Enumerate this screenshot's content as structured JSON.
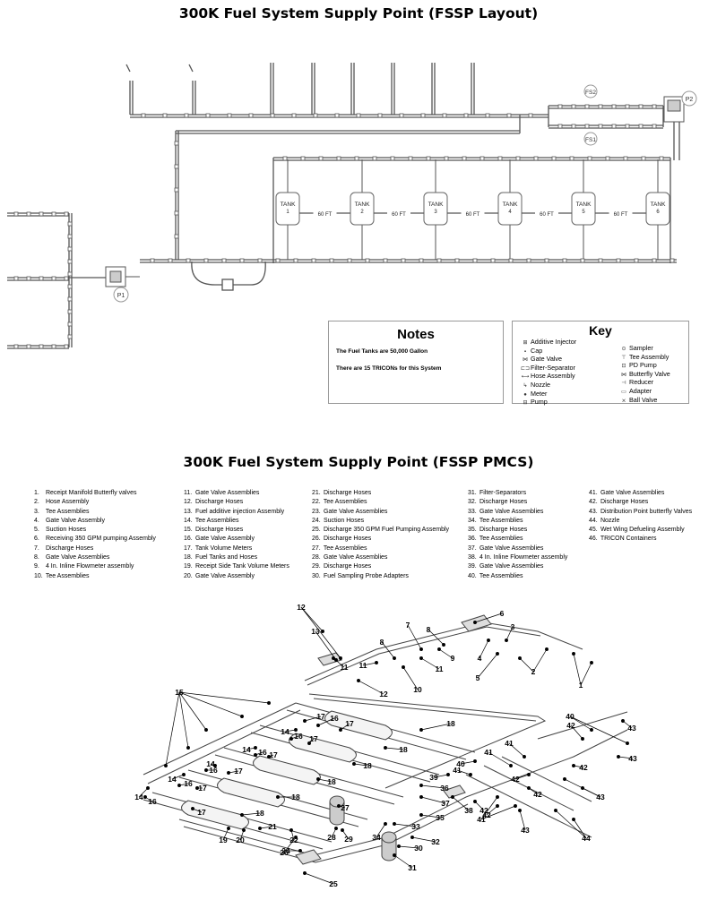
{
  "layout": {
    "title": "300K Fuel System Supply Point (FSSP Layout)",
    "tanks": [
      {
        "label": "TANK",
        "number": "1"
      },
      {
        "label": "TANK",
        "number": "2"
      },
      {
        "label": "TANK",
        "number": "3"
      },
      {
        "label": "TANK",
        "number": "4"
      },
      {
        "label": "TANK",
        "number": "5"
      },
      {
        "label": "TANK",
        "number": "6"
      }
    ],
    "spacing_label": "60 FT",
    "pumps": [
      "P1",
      "P2"
    ],
    "filters": [
      "FS1",
      "FS2"
    ]
  },
  "notes": {
    "heading": "Notes",
    "lines": [
      "The Fuel Tanks are 50,000 Gallon",
      "There are 15 TRICONs for this System"
    ]
  },
  "key": {
    "heading": "Key",
    "left": [
      {
        "icon": "additive-injector-icon",
        "label": "Additive Injector"
      },
      {
        "icon": "cap-icon",
        "label": "Cap"
      },
      {
        "icon": "gate-valve-icon",
        "label": "Gate Valve"
      },
      {
        "icon": "filter-separator-icon",
        "label": "Filter-Separator"
      },
      {
        "icon": "hose-assembly-icon",
        "label": "Hose Assembly"
      },
      {
        "icon": "nozzle-icon",
        "label": "Nozzle"
      },
      {
        "icon": "meter-icon",
        "label": "Meter"
      },
      {
        "icon": "pump-icon",
        "label": "Pump"
      }
    ],
    "right": [
      {
        "icon": "sampler-icon",
        "label": "Sampler"
      },
      {
        "icon": "tee-assembly-icon",
        "label": "Tee Assembly"
      },
      {
        "icon": "pd-pump-icon",
        "label": "PD Pump"
      },
      {
        "icon": "butterfly-valve-icon",
        "label": "Butterfly Valve"
      },
      {
        "icon": "reducer-icon",
        "label": "Reducer"
      },
      {
        "icon": "adapter-icon",
        "label": "Adapter"
      },
      {
        "icon": "ball-valve-icon",
        "label": "Ball Valve"
      }
    ]
  },
  "pmcs": {
    "title": "300K Fuel System Supply Point (FSSP PMCS)",
    "columns": [
      [
        {
          "n": "1.",
          "t": "Receipt Manifold Butterfly valves"
        },
        {
          "n": "2.",
          "t": "Hose Assembly"
        },
        {
          "n": "3.",
          "t": "Tee Assemblies"
        },
        {
          "n": "4.",
          "t": "Gate Valve Assembly"
        },
        {
          "n": "5.",
          "t": "Suction Hoses"
        },
        {
          "n": "6.",
          "t": "Receiving 350 GPM pumping Assembly"
        },
        {
          "n": "7.",
          "t": "Discharge Hoses"
        },
        {
          "n": "8.",
          "t": "Gate Valve Assemblies"
        },
        {
          "n": "9.",
          "t": "4 In. Inline Flowmeter assembly"
        },
        {
          "n": "10.",
          "t": "Tee Assemblies"
        }
      ],
      [
        {
          "n": "11.",
          "t": "Gate Valve Assemblies"
        },
        {
          "n": "12.",
          "t": "Discharge Hoses"
        },
        {
          "n": "13.",
          "t": "Fuel additive injection Assembly"
        },
        {
          "n": "14.",
          "t": "Tee Assemblies"
        },
        {
          "n": "15.",
          "t": "Discharge Hoses"
        },
        {
          "n": "16.",
          "t": "Gate Valve Assembly"
        },
        {
          "n": "17.",
          "t": "Tank Volume Meters"
        },
        {
          "n": "18.",
          "t": "Fuel Tanks and Hoses"
        },
        {
          "n": "19.",
          "t": "Receipt Side Tank Volume Meters"
        },
        {
          "n": "20.",
          "t": "Gate Valve Assembly"
        }
      ],
      [
        {
          "n": "21.",
          "t": "Discharge Hoses"
        },
        {
          "n": "22.",
          "t": "Tee Assemblies"
        },
        {
          "n": "23.",
          "t": "Gate Valve Assemblies"
        },
        {
          "n": "24.",
          "t": "Suction Hoses"
        },
        {
          "n": "25.",
          "t": "Discharge 350 GPM Fuel Pumping Assembly"
        },
        {
          "n": "26.",
          "t": "Discharge Hoses"
        },
        {
          "n": "27.",
          "t": "Tee Assemblies"
        },
        {
          "n": "28.",
          "t": "Gate Valve Assemblies"
        },
        {
          "n": "29.",
          "t": "Discharge Hoses"
        },
        {
          "n": "30.",
          "t": "Fuel Sampling Probe Adapters"
        }
      ],
      [
        {
          "n": "31.",
          "t": "Filter-Separators"
        },
        {
          "n": "32.",
          "t": "Discharge Hoses"
        },
        {
          "n": "33.",
          "t": "Gate Valve Assemblies"
        },
        {
          "n": "34.",
          "t": "Tee Assemblies"
        },
        {
          "n": "35.",
          "t": "Discharge Hoses"
        },
        {
          "n": "36.",
          "t": "Tee Assemblies"
        },
        {
          "n": "37.",
          "t": "Gate Valve Assemblies"
        },
        {
          "n": "38.",
          "t": "4 In. Inline Flowmeter assembly"
        },
        {
          "n": "39.",
          "t": "Gate Valve Assemblies"
        },
        {
          "n": "40.",
          "t": "Tee Assemblies"
        }
      ],
      [
        {
          "n": "41.",
          "t": "Gate Valve Assemblies"
        },
        {
          "n": "42.",
          "t": "Discharge Hoses"
        },
        {
          "n": "43.",
          "t": "Distribution Point butterfly Valves"
        },
        {
          "n": "44.",
          "t": "Nozzle"
        },
        {
          "n": "45.",
          "t": "Wet Wing Defueling Assembly"
        },
        {
          "n": "46.",
          "t": "TRICON Containers"
        }
      ]
    ]
  },
  "callouts": [
    "1",
    "2",
    "3",
    "4",
    "5",
    "6",
    "7",
    "8",
    "9",
    "10",
    "11",
    "12",
    "13",
    "14",
    "15",
    "16",
    "17",
    "18",
    "19",
    "20",
    "21",
    "22",
    "23",
    "24",
    "25",
    "26",
    "27",
    "28",
    "29",
    "30",
    "31",
    "32",
    "33",
    "34",
    "35",
    "36",
    "37",
    "38",
    "39",
    "40",
    "41",
    "42",
    "43",
    "44"
  ]
}
